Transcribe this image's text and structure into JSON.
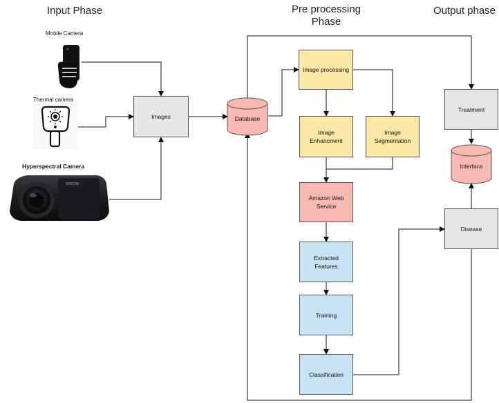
{
  "phases": {
    "input": "Input Phase",
    "preprocessing": "Pre processing\nPhase",
    "output": "Output phase"
  },
  "cameras": {
    "mobile": "Mobile Camera",
    "thermal": "Thermal camera",
    "hyperspectral": "Hyperspectral  Camera",
    "hyperspectral_brand": "SPECIM"
  },
  "nodes": {
    "images": "Images",
    "database": "Database",
    "image_processing": "Image processing",
    "image_enhancement": "Image\nEnhancment",
    "image_segmentation": "Image\nSegmentation",
    "aws": "Amazon Web\nService",
    "extracted_features": "Extracted\nFeatures",
    "training": "Training",
    "classification": "Classification",
    "treatment": "Treatment",
    "interface": "Interface",
    "disease": "Disease"
  },
  "colors": {
    "gray": "#e6e6e6",
    "yellow": "#fbe8a6",
    "pink": "#f8b9b3",
    "blue": "#c7e3f4"
  }
}
